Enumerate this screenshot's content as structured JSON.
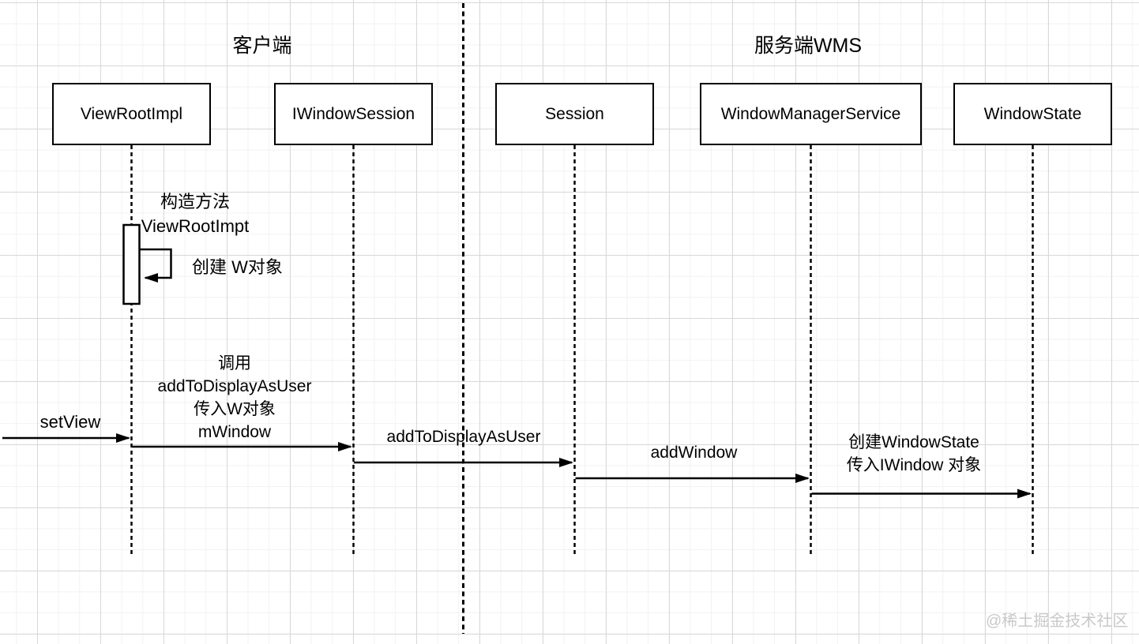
{
  "groups": {
    "client": "客户端",
    "server": "服务端WMS"
  },
  "actors": [
    {
      "label": "ViewRootImpl"
    },
    {
      "label": "IWindowSession"
    },
    {
      "label": "Session"
    },
    {
      "label": "WindowManagerService"
    },
    {
      "label": "WindowState"
    }
  ],
  "self_call": {
    "lines": [
      "构造方法",
      "ViewRootImpt"
    ],
    "note": "创建 W对象"
  },
  "messages": {
    "set_view": {
      "label": "setView"
    },
    "call_add_to_display": {
      "lines": [
        "调用",
        "addToDisplayAsUser",
        "传入W对象",
        "mWindow"
      ]
    },
    "add_to_display": {
      "label": "addToDisplayAsUser"
    },
    "add_window": {
      "label": "addWindow"
    },
    "create_window_state": {
      "lines": [
        "创建WindowState",
        "传入IWindow 对象"
      ]
    }
  },
  "watermark": "@稀土掘金技术社区",
  "colors": {
    "stroke": "#000000",
    "grid_minor": "#f2f2f2",
    "grid_major": "#d8d8d8",
    "watermark": "#c9c9c9"
  }
}
